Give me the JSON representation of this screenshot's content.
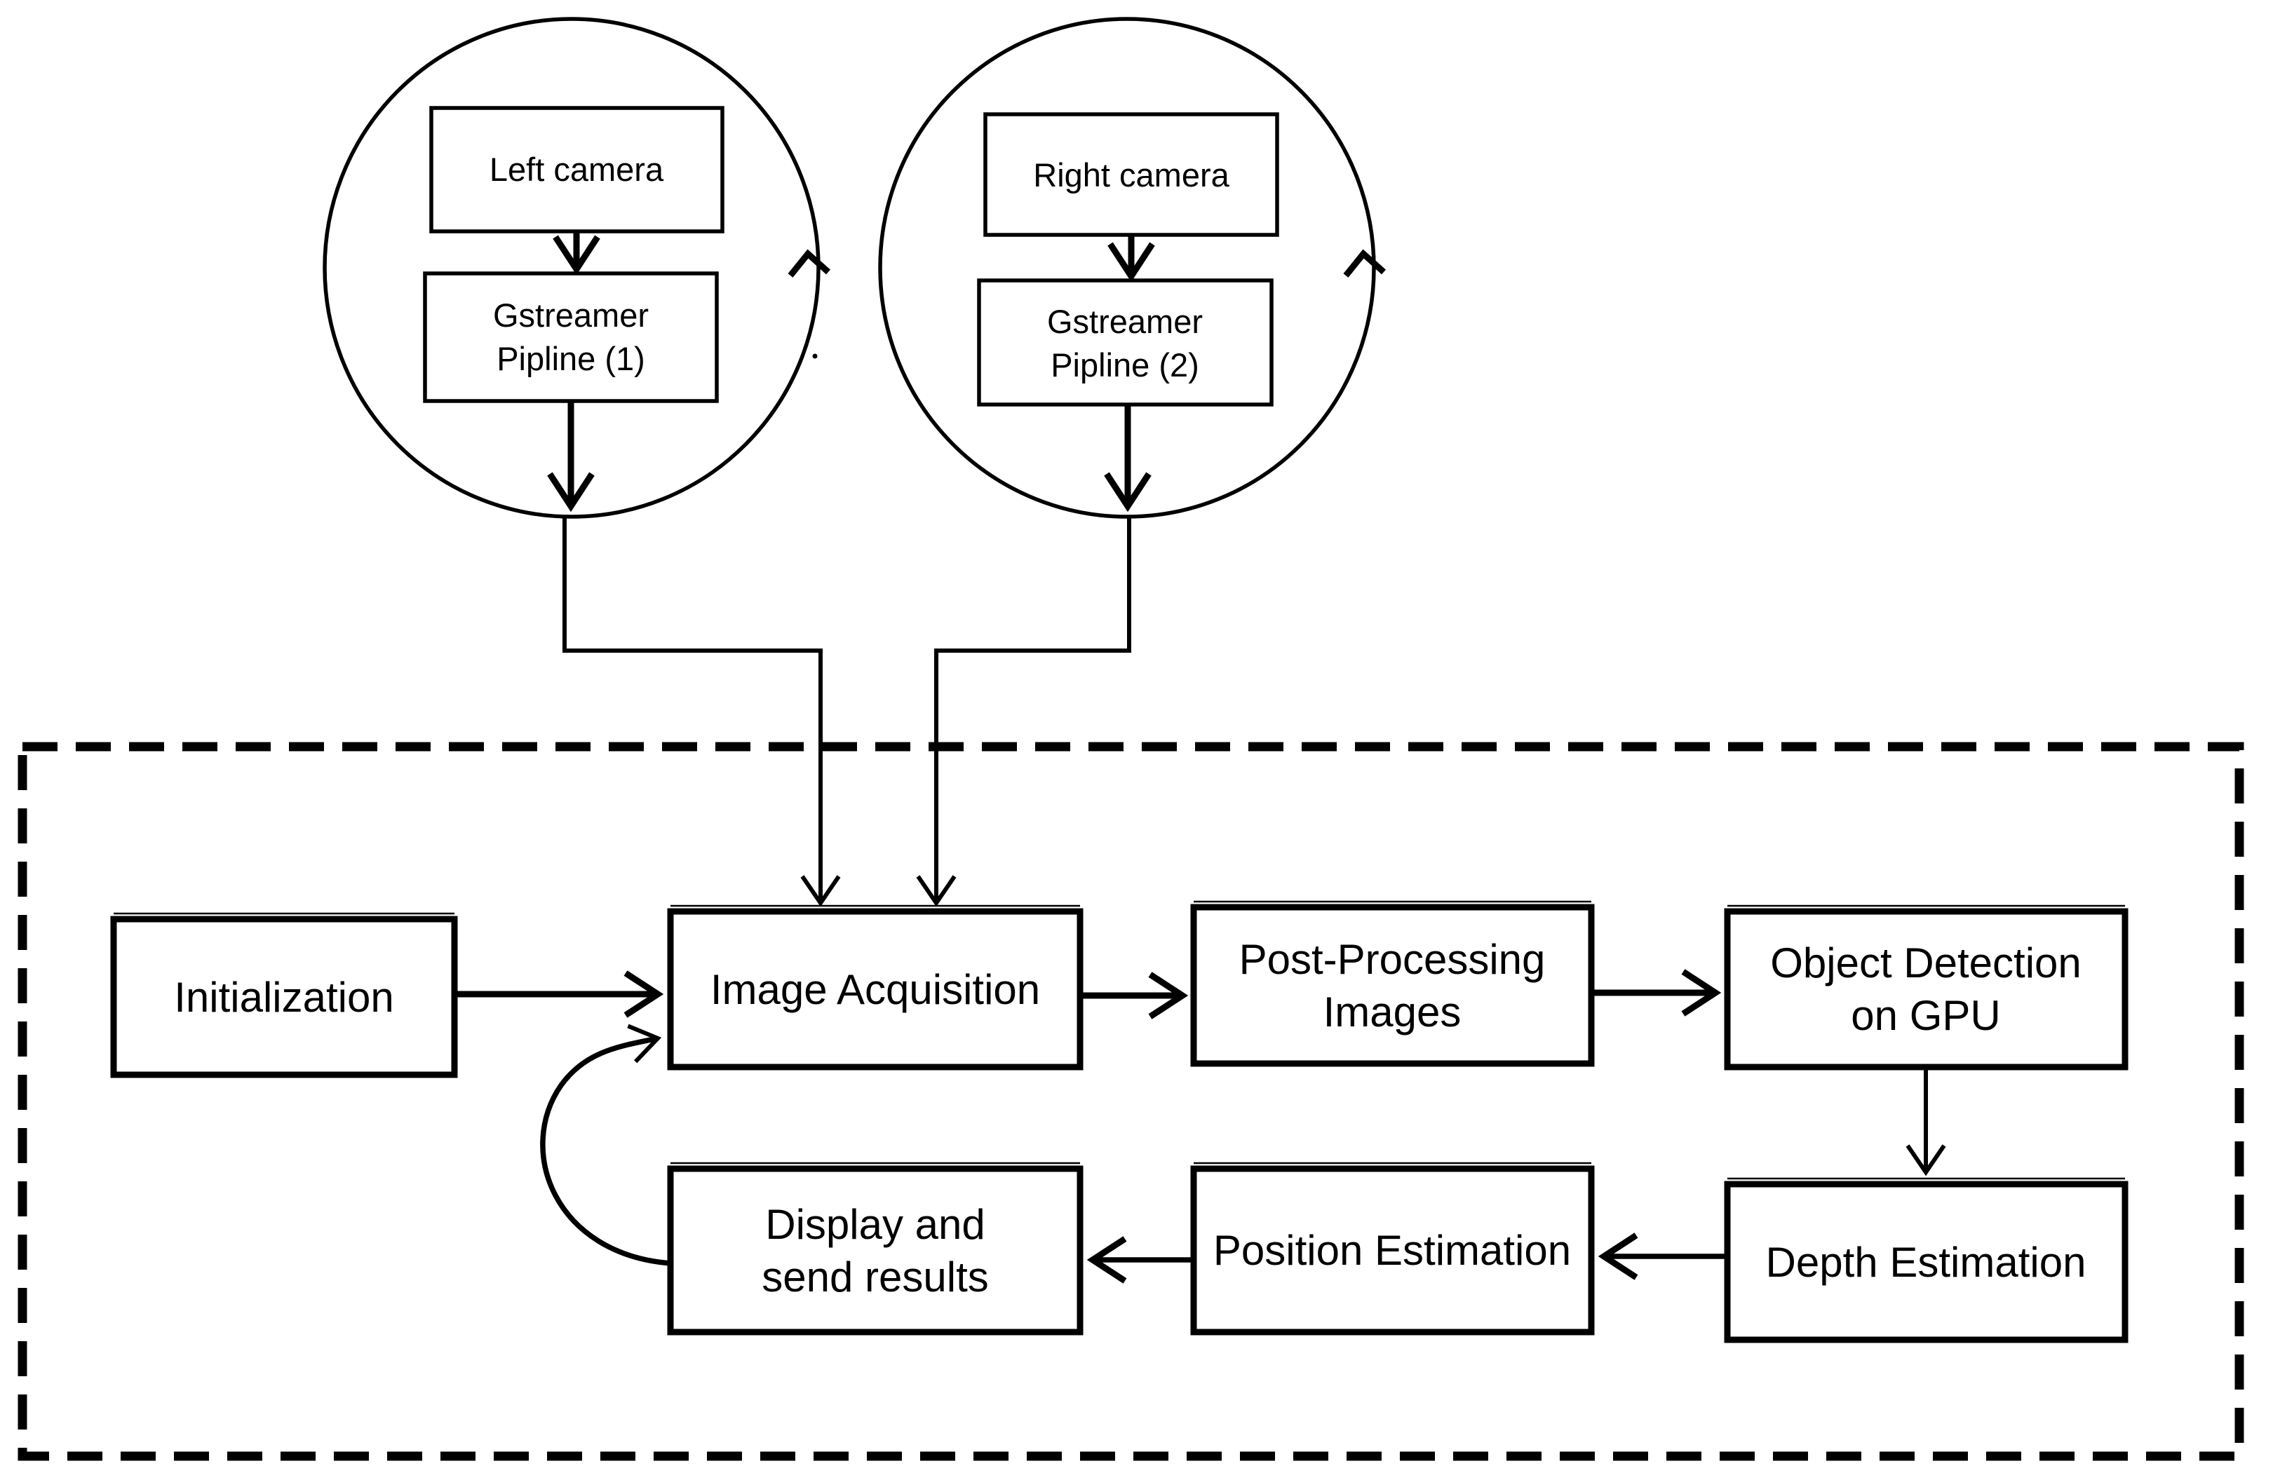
{
  "colors": {
    "ink": "#000000",
    "paper": "#ffffff"
  },
  "capture_loops": {
    "left": {
      "camera_label": "Left camera",
      "pipeline_line1": "Gstreamer",
      "pipeline_line2": "Pipline (1)"
    },
    "right": {
      "camera_label": "Right camera",
      "pipeline_line1": "Gstreamer",
      "pipeline_line2": "Pipline (2)"
    }
  },
  "pipeline_stages": {
    "initialization": "Initialization",
    "image_acquisition": "Image Acquisition",
    "post_processing_line1": "Post-Processing",
    "post_processing_line2": "Images",
    "object_detection_line1": "Object Detection",
    "object_detection_line2": "on GPU",
    "depth_estimation": "Depth Estimation",
    "position_estimation": "Position Estimation",
    "display_line1": "Display and",
    "display_line2": "send results"
  }
}
